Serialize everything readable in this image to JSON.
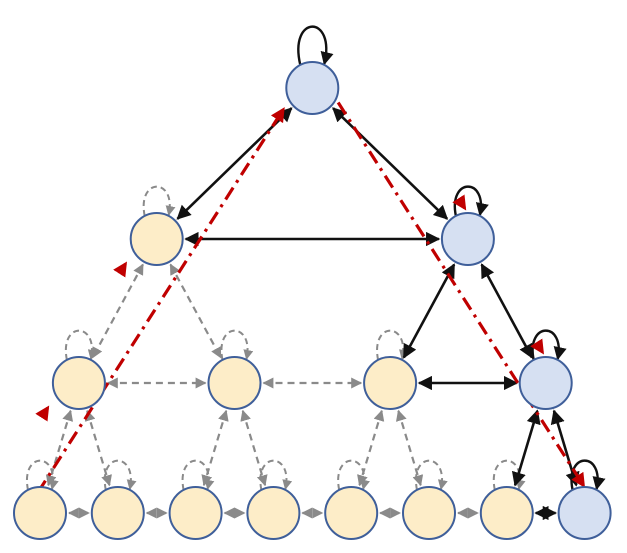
{
  "diagram": {
    "type": "sierpinski-graph",
    "levels": 4,
    "colors": {
      "active_node_fill": "#d6e0f2",
      "idle_node_fill": "#fdedc8",
      "node_stroke": "#3f5f9a",
      "active_edge": "#111111",
      "inactive_edge": "#8a8a8a",
      "highlight_path": "#c00000"
    },
    "nodes": [
      {
        "id": "n0",
        "row": 0,
        "col": 0,
        "state": "active",
        "self_loop": "solid"
      },
      {
        "id": "n1",
        "row": 1,
        "col": 0,
        "state": "idle",
        "self_loop": "dashed"
      },
      {
        "id": "n2",
        "row": 1,
        "col": 1,
        "state": "active",
        "self_loop": "solid"
      },
      {
        "id": "n3",
        "row": 2,
        "col": 0,
        "state": "idle",
        "self_loop": "dashed"
      },
      {
        "id": "n4",
        "row": 2,
        "col": 1,
        "state": "idle",
        "self_loop": "dashed"
      },
      {
        "id": "n5",
        "row": 2,
        "col": 2,
        "state": "idle",
        "self_loop": "dashed"
      },
      {
        "id": "n6",
        "row": 2,
        "col": 3,
        "state": "active",
        "self_loop": "solid"
      },
      {
        "id": "n7",
        "row": 3,
        "col": 0,
        "state": "idle",
        "self_loop": "dashed"
      },
      {
        "id": "n8",
        "row": 3,
        "col": 1,
        "state": "idle",
        "self_loop": "dashed"
      },
      {
        "id": "n9",
        "row": 3,
        "col": 2,
        "state": "idle",
        "self_loop": "dashed"
      },
      {
        "id": "n10",
        "row": 3,
        "col": 3,
        "state": "idle",
        "self_loop": "dashed"
      },
      {
        "id": "n11",
        "row": 3,
        "col": 4,
        "state": "idle",
        "self_loop": "dashed"
      },
      {
        "id": "n12",
        "row": 3,
        "col": 5,
        "state": "idle",
        "self_loop": "dashed"
      },
      {
        "id": "n13",
        "row": 3,
        "col": 6,
        "state": "idle",
        "self_loop": "dashed"
      },
      {
        "id": "n14",
        "row": 3,
        "col": 7,
        "state": "active",
        "self_loop": "solid"
      }
    ],
    "edges": [
      {
        "from": "n0",
        "to": "n1",
        "style": "solid"
      },
      {
        "from": "n0",
        "to": "n2",
        "style": "solid"
      },
      {
        "from": "n1",
        "to": "n2",
        "style": "solid"
      },
      {
        "from": "n2",
        "to": "n5",
        "style": "solid"
      },
      {
        "from": "n2",
        "to": "n6",
        "style": "solid"
      },
      {
        "from": "n5",
        "to": "n6",
        "style": "solid"
      },
      {
        "from": "n6",
        "to": "n13",
        "style": "solid"
      },
      {
        "from": "n6",
        "to": "n14",
        "style": "solid"
      },
      {
        "from": "n13",
        "to": "n14",
        "style": "solid"
      },
      {
        "from": "n1",
        "to": "n3",
        "style": "dashed"
      },
      {
        "from": "n1",
        "to": "n4",
        "style": "dashed"
      },
      {
        "from": "n3",
        "to": "n4",
        "style": "dashed"
      },
      {
        "from": "n4",
        "to": "n5",
        "style": "dashed"
      },
      {
        "from": "n3",
        "to": "n7",
        "style": "dashed"
      },
      {
        "from": "n3",
        "to": "n8",
        "style": "dashed"
      },
      {
        "from": "n4",
        "to": "n9",
        "style": "dashed"
      },
      {
        "from": "n4",
        "to": "n10",
        "style": "dashed"
      },
      {
        "from": "n5",
        "to": "n11",
        "style": "dashed"
      },
      {
        "from": "n5",
        "to": "n12",
        "style": "dashed"
      },
      {
        "from": "n7",
        "to": "n8",
        "style": "dashed"
      },
      {
        "from": "n8",
        "to": "n9",
        "style": "dashed"
      },
      {
        "from": "n9",
        "to": "n10",
        "style": "dashed"
      },
      {
        "from": "n10",
        "to": "n11",
        "style": "dashed"
      },
      {
        "from": "n11",
        "to": "n12",
        "style": "dashed"
      },
      {
        "from": "n12",
        "to": "n13",
        "style": "dashed"
      }
    ],
    "highlight_paths": [
      {
        "nodes": [
          "n7",
          "n3",
          "n1",
          "n0"
        ],
        "direction": "toward-top"
      },
      {
        "nodes": [
          "n0",
          "n2",
          "n6",
          "n14"
        ],
        "direction": "toward-bottom-right"
      }
    ]
  }
}
